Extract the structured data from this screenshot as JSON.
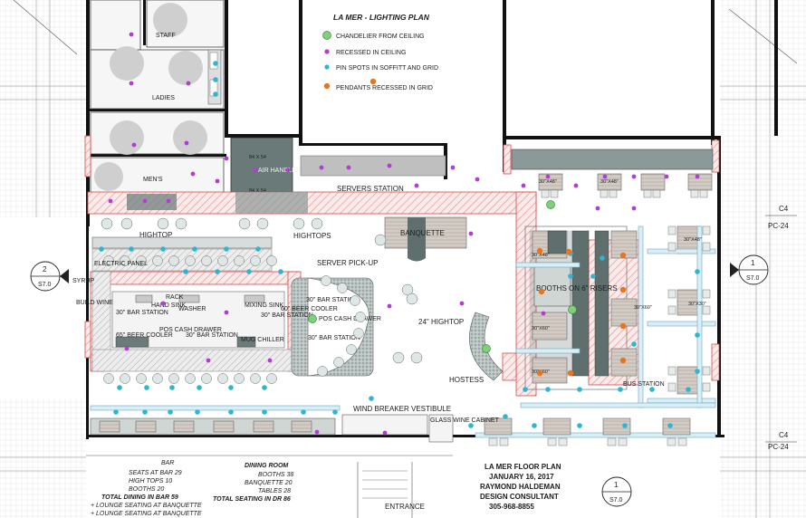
{
  "legend": {
    "title": "LA MER - LIGHTING PLAN",
    "items": [
      {
        "label": "CHANDELIER FROM CEILING",
        "color": "#7fd07a",
        "icon": "chandelier-icon"
      },
      {
        "label": "RECESSED IN CEILING",
        "color": "#b33bd6",
        "icon": "recessed-light-icon"
      },
      {
        "label": "PIN SPOTS IN SOFFITT AND GRID",
        "color": "#2cb6cf",
        "icon": "pin-spot-icon"
      },
      {
        "label": "PENDANTS RECESSED IN GRID",
        "color": "#e8741e",
        "icon": "pendant-icon"
      }
    ]
  },
  "rooms": {
    "staff": "STAFF",
    "ladies": "LADIES",
    "mens": "MEN'S",
    "air_handlers": "AIR HANDLERS",
    "ah_dim1": "84 X 54",
    "ah_dim2": "84 X 54",
    "servers_station": "SERVERS STATION",
    "hightop_left": "HIGHTOP",
    "hightops": "HIGHTOPS",
    "banquette": "BANQUETTE",
    "electric_panel": "ELECTRIC PANEL",
    "syrup": "SYRUP",
    "build_wine": "BUILD WINE",
    "server_pickup": "SERVER PICK-UP",
    "bar_station_30a": "30\" BAR STATION",
    "hand_sink": "HAND SINK",
    "washer": "WASHER",
    "rack": "RACK",
    "mixing_sink": "MIXING SINK",
    "bar_station_30b": "30\" BAR STATION",
    "beer_cooler_60": "60\" BEER COOLER",
    "pos_cash_drawer_1": "POS CASH DRAWER",
    "pos_cash_drawer_2": "POS CASH DRAWER",
    "bar_station_30c": "30\" BAR STATION",
    "beer_cooler_65": "65\" BEER COOLER",
    "bar_station_30d": "30\" BAR STATION",
    "mug_chiller": "MUG CHILLER",
    "bar_station_30e": "30\" BAR STATION",
    "hightop_24": "24\" HIGHTOP",
    "hostess": "HOSTESS",
    "booths_risers": "BOOTHS ON 6\" RISERS",
    "wind_breaker": "WIND BREAKER VESTIBULE",
    "glass_wine": "GLASS WINE CABINET",
    "bus_station": "BUS STATION",
    "entrance": "ENTRANCE"
  },
  "table_sizes": [
    "30\"X48\"",
    "30\"X48\"",
    "30\"X60\"",
    "30\"X60\"",
    "30\"X60\"",
    "30\"X30\"",
    "30\"X48\"",
    "30\"X48\""
  ],
  "section_marks": [
    {
      "num": "2",
      "sheet": "S7.0"
    },
    {
      "num": "1",
      "sheet": "S7.0"
    },
    {
      "num": "1",
      "sheet": "S7.0"
    }
  ],
  "column_tags": [
    {
      "a": "C4",
      "b": "PC-24"
    },
    {
      "a": "C4",
      "b": "PC-24"
    }
  ],
  "title_block": {
    "line1": "LA MER FLOOR PLAN",
    "line2": "JANUARY 16, 2017",
    "line3": "RAYMOND HALDEMAN",
    "line4": "DESIGN CONSULTANT",
    "line5": "305-968-8855"
  },
  "bar_notes": {
    "heading": "BAR",
    "lines": [
      "SEATS AT BAR 29",
      "HIGH TOPS 10",
      "BOOTHS 20"
    ],
    "total": "TOTAL DINING IN BAR 59",
    "extra": [
      "+ LOUNGE SEATING AT BANQUETTE",
      "+ LOUNGE SEATING AT BANQUETTE"
    ]
  },
  "dining_notes": {
    "heading": "DINING ROOM",
    "lines": [
      "BOOTHS 38",
      "BANQUETTE 20",
      "TABLES 28"
    ],
    "total": "TOTAL SEATING IN DR 86"
  }
}
